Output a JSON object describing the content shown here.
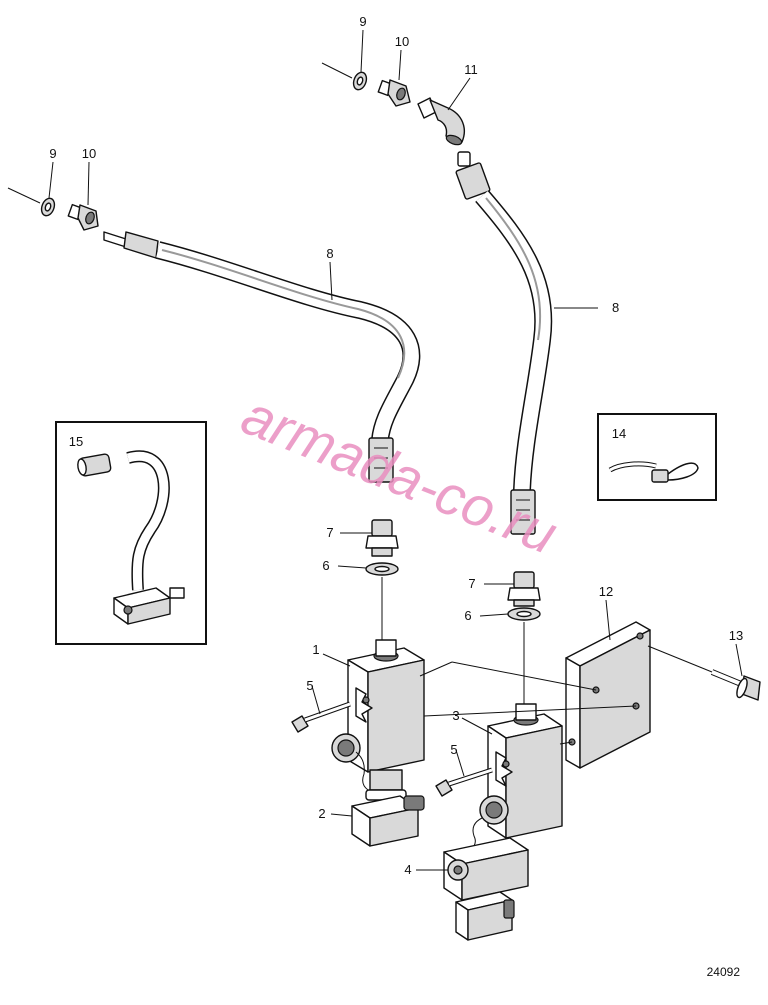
{
  "figure_number": "24092",
  "watermark": "armada-co.ru",
  "callouts": {
    "c1": "1",
    "c2": "2",
    "c3": "3",
    "c4": "4",
    "c5a": "5",
    "c5b": "5",
    "c6a": "6",
    "c6b": "6",
    "c7a": "7",
    "c7b": "7",
    "c8a": "8",
    "c8b": "8",
    "c9a": "9",
    "c9b": "9",
    "c10a": "10",
    "c10b": "10",
    "c11": "11",
    "c12": "12",
    "c13": "13",
    "c14": "14",
    "c15": "15"
  }
}
